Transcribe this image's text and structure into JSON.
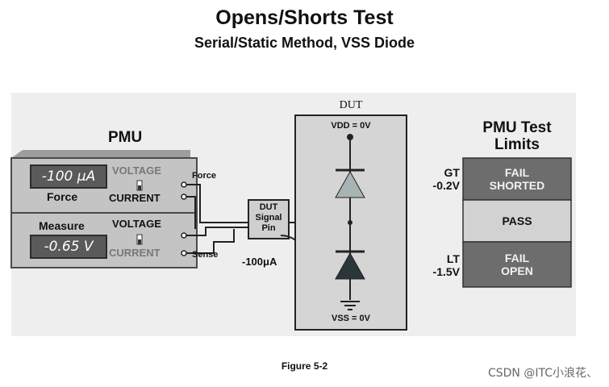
{
  "title": "Opens/Shorts Test",
  "subtitle": "Serial/Static Method, VSS Diode",
  "figure_caption": "Figure 5-2",
  "watermark": "CSDN @ITC小浪花、",
  "pmu": {
    "title": "PMU",
    "force_display": "-100 μA",
    "force_label": "Force",
    "measure_label": "Measure",
    "measure_display": "-0.65 V",
    "voltage_label": "VOLTAGE",
    "current_label": "CURRENT",
    "force_terminal": "Force",
    "sense_terminal": "Sense"
  },
  "dut_pin": {
    "line1": "DUT",
    "line2": "Signal",
    "line3": "Pin"
  },
  "current_arrow": "-100μA",
  "dut": {
    "title": "DUT",
    "vdd": "VDD = 0V",
    "vss": "VSS = 0V"
  },
  "limits": {
    "title_line1": "PMU Test",
    "title_line2": "Limits",
    "gt_label": "GT",
    "gt_value": "-0.2V",
    "lt_label": "LT",
    "lt_value": "-1.5V",
    "fail_shorted_1": "FAIL",
    "fail_shorted_2": "SHORTED",
    "pass": "PASS",
    "fail_open_1": "FAIL",
    "fail_open_2": "OPEN"
  },
  "colors": {
    "fail_box": "#6d6d6d",
    "pass_box": "#d2d2d2",
    "diode_upper": "#a8b4b4",
    "diode_lower": "#2a3638"
  }
}
